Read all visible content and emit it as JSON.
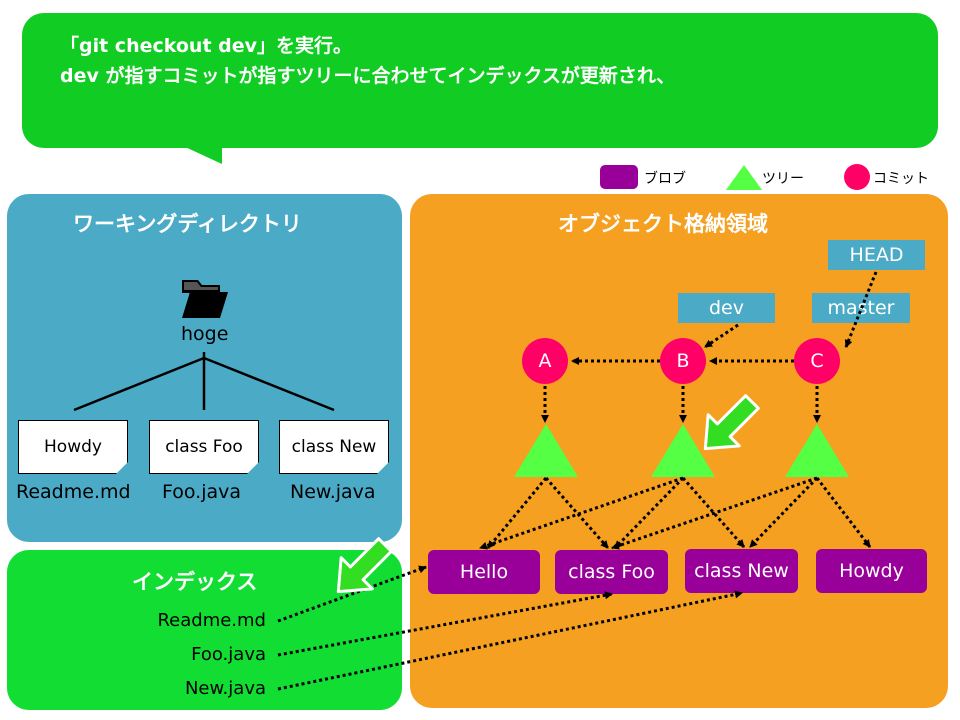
{
  "callout": {
    "line1": "「git checkout dev」を実行。",
    "line2": "dev が指すコミットが指すツリーに合わせてインデックスが更新され、"
  },
  "legend": {
    "blob": "ブロブ",
    "tree": "ツリー",
    "commit": "コミット"
  },
  "working_dir": {
    "title": "ワーキングディレクトリ",
    "folder": "hoge",
    "files": [
      {
        "content": "Howdy",
        "name": "Readme.md"
      },
      {
        "content": "class Foo",
        "name": "Foo.java"
      },
      {
        "content": "class New",
        "name": "New.java"
      }
    ]
  },
  "index": {
    "title": "インデックス",
    "entries": [
      "Readme.md",
      "Foo.java",
      "New.java"
    ]
  },
  "objects": {
    "title": "オブジェクト格納領域",
    "refs": {
      "head": "HEAD",
      "dev": "dev",
      "master": "master"
    },
    "commits": [
      "A",
      "B",
      "C"
    ],
    "blobs": [
      "Hello",
      "class Foo",
      "class New",
      "Howdy"
    ]
  },
  "colors": {
    "callout": "#11cc22",
    "working_dir_panel": "#4babc6",
    "index_panel": "#11dd33",
    "objects_panel": "#f5a020",
    "commit": "#ff0066",
    "tree": "#55ff44",
    "blob": "#990099",
    "ref_box": "#4babc6"
  }
}
